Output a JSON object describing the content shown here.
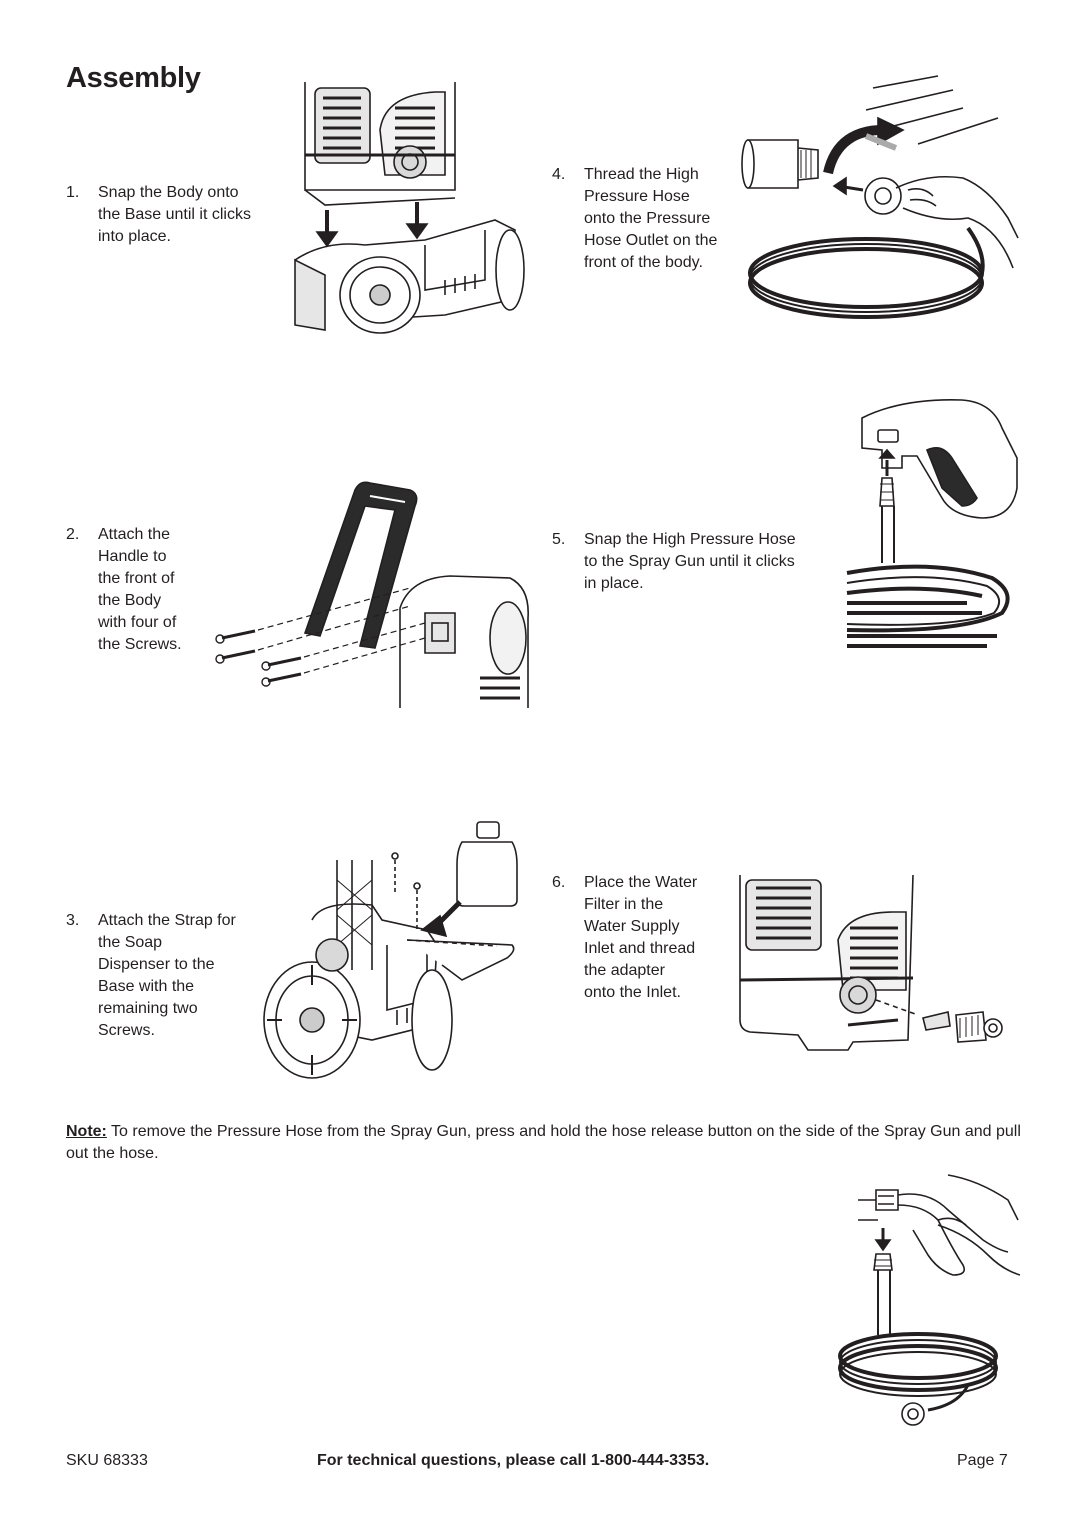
{
  "page": {
    "title": "Assembly"
  },
  "steps": [
    {
      "number": "1.",
      "lines": [
        "Snap the Body onto",
        "the Base until it clicks",
        "into place."
      ]
    },
    {
      "number": "2.",
      "lines": [
        "Attach the",
        "Handle to",
        "the front of",
        "the Body",
        "with four of",
        "the Screws."
      ]
    },
    {
      "number": "3.",
      "lines": [
        "Attach the Strap for",
        "the Soap",
        "Dispenser to the",
        "Base with the",
        "remaining two",
        "Screws."
      ]
    },
    {
      "number": "4.",
      "lines": [
        "Thread the High",
        "Pressure Hose",
        "onto the Pressure",
        "Hose Outlet on the",
        "front of the body."
      ]
    },
    {
      "number": "5.",
      "lines": [
        "Snap the High Pressure Hose",
        "to the Spray Gun until it clicks",
        "in place."
      ]
    },
    {
      "number": "6.",
      "lines": [
        "Place the Water",
        "Filter in the",
        "Water Supply",
        "Inlet and thread",
        "the adapter",
        "onto the Inlet."
      ]
    }
  ],
  "note": {
    "label": "Note:",
    "text": " To remove the Pressure Hose from the Spray Gun, press and hold the hose release button on the side of the Spray Gun and pull out the hose."
  },
  "footer": {
    "sku": "SKU 68333",
    "support": "For technical questions, please call 1-800-444-3353.",
    "page": "Page 7"
  }
}
